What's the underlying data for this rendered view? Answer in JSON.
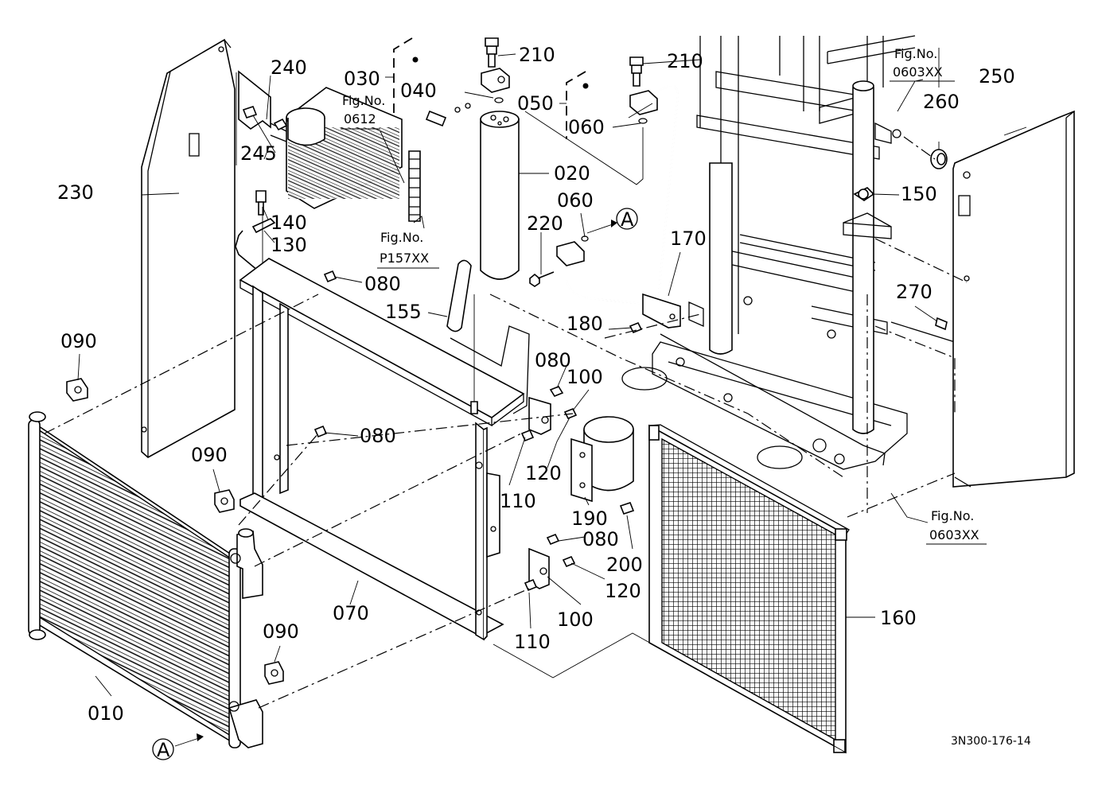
{
  "drawing_code": "3N300-176-14",
  "ref_mark": "A",
  "labels": {
    "l010": "010",
    "l020": "020",
    "l030": "030",
    "l040": "040",
    "l050": "050",
    "l060a": "060",
    "l060b": "060",
    "l070": "070",
    "l080a": "080",
    "l080b": "080",
    "l080c": "080",
    "l080d": "080",
    "l090a": "090",
    "l090b": "090",
    "l090c": "090",
    "l100a": "100",
    "l100b": "100",
    "l110a": "110",
    "l110b": "110",
    "l120a": "120",
    "l120b": "120",
    "l130": "130",
    "l140": "140",
    "l150": "150",
    "l155": "155",
    "l160": "160",
    "l170": "170",
    "l180": "180",
    "l190": "190",
    "l200": "200",
    "l210a": "210",
    "l210b": "210",
    "l220": "220",
    "l230": "230",
    "l240": "240",
    "l245": "245",
    "l250": "250",
    "l260": "260",
    "l270": "270"
  },
  "figure_refs": {
    "fig_0612": {
      "line1": "Fig.No.",
      "line2": "0612"
    },
    "fig_p157": {
      "line1": "Fig.No.",
      "line2": "P157XX"
    },
    "fig_0603_top": {
      "line1": "Fig.No.",
      "line2": "0603XX"
    },
    "fig_0603_bottom": {
      "line1": "Fig.No.",
      "line2": "0603XX"
    }
  }
}
